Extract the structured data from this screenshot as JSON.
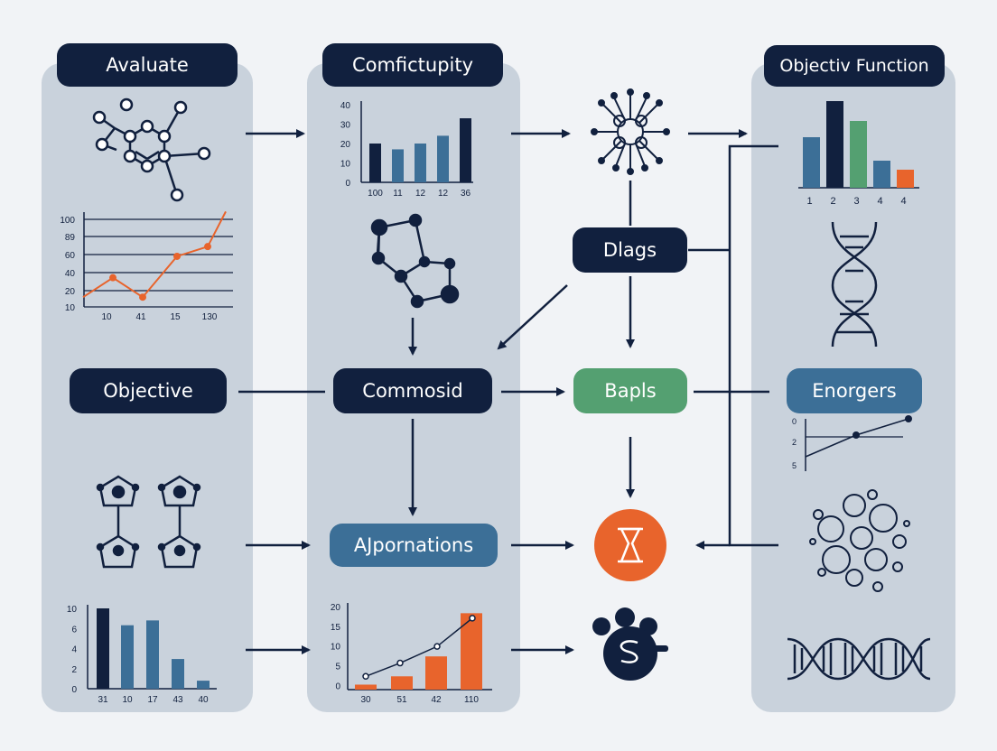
{
  "colors": {
    "background": "#f1f3f6",
    "panel": "#c9d2dc",
    "navy": "#11203e",
    "blue": "#3c6f97",
    "green": "#54a071",
    "orange": "#e8642c"
  },
  "labels": {
    "evaluate": "Avaluate",
    "complexity": "Comfictupity",
    "objective_function": "Objectiv Function",
    "diags": "Dlags",
    "objective": "Objective",
    "commosid": "Commosid",
    "bapls": "Bapls",
    "enorgers": "Enorgers",
    "ajpornations": "AJpornations"
  },
  "icons": [
    "molecule-icon",
    "molecule-dark-icon",
    "neural-network-icon",
    "dna-helix-icon",
    "dna-horizontal-icon",
    "bubble-cluster-icon",
    "hourglass-icon",
    "group-people-icon",
    "hexagon-molecule-icon"
  ],
  "chart_data": [
    {
      "type": "bar",
      "categories": [
        "100",
        "11",
        "12",
        "12",
        "36"
      ],
      "series": [
        {
          "values": [
            20,
            17,
            20,
            24,
            33
          ]
        }
      ],
      "ytick_labels": [
        "40",
        "30",
        "20",
        "10",
        "0"
      ],
      "ylim": [
        0,
        40
      ],
      "colors": [
        "#11203e",
        "#3c6f97",
        "#3c6f97",
        "#3c6f97",
        "#11203e"
      ]
    },
    {
      "type": "line",
      "x": [
        "10",
        "41",
        "15",
        "130"
      ],
      "series": [
        {
          "values": [
            20,
            40,
            20,
            62,
            72,
            108
          ]
        }
      ],
      "ytick_labels": [
        "100",
        "89",
        "60",
        "40",
        "20",
        "10"
      ],
      "ylim": [
        10,
        100
      ]
    },
    {
      "type": "bar",
      "categories": [
        "1",
        "2",
        "3",
        "4",
        "4"
      ],
      "series": [
        {
          "values": [
            56,
            96,
            74,
            30,
            20
          ]
        }
      ],
      "colors": [
        "#3c6f97",
        "#11203e",
        "#54a071",
        "#3c6f97",
        "#e8642c"
      ]
    },
    {
      "type": "bar",
      "categories": [
        "31",
        "10",
        "17",
        "43",
        "40"
      ],
      "series": [
        {
          "values": [
            10,
            7.9,
            8.5,
            3.7,
            1
          ]
        }
      ],
      "ytick_labels": [
        "10",
        "6",
        "4",
        "2",
        "0"
      ],
      "ylim": [
        0,
        10
      ],
      "colors": [
        "#11203e",
        "#3c6f97",
        "#3c6f97",
        "#3c6f97",
        "#3c6f97"
      ]
    },
    {
      "type": "bar",
      "categories": [
        "30",
        "51",
        "42",
        "110"
      ],
      "series": [
        {
          "values": [
            1.5,
            4,
            10,
            23
          ]
        }
      ],
      "line": [
        4,
        8,
        13,
        21.5
      ],
      "ytick_labels": [
        "20",
        "15",
        "10",
        "5",
        "0"
      ],
      "ylim": [
        0,
        25
      ]
    },
    {
      "type": "line",
      "ytick_labels": [
        "0",
        "2",
        "5"
      ],
      "series": [
        {
          "values": [
            0.8,
            2.4,
            3.6
          ]
        }
      ]
    }
  ]
}
